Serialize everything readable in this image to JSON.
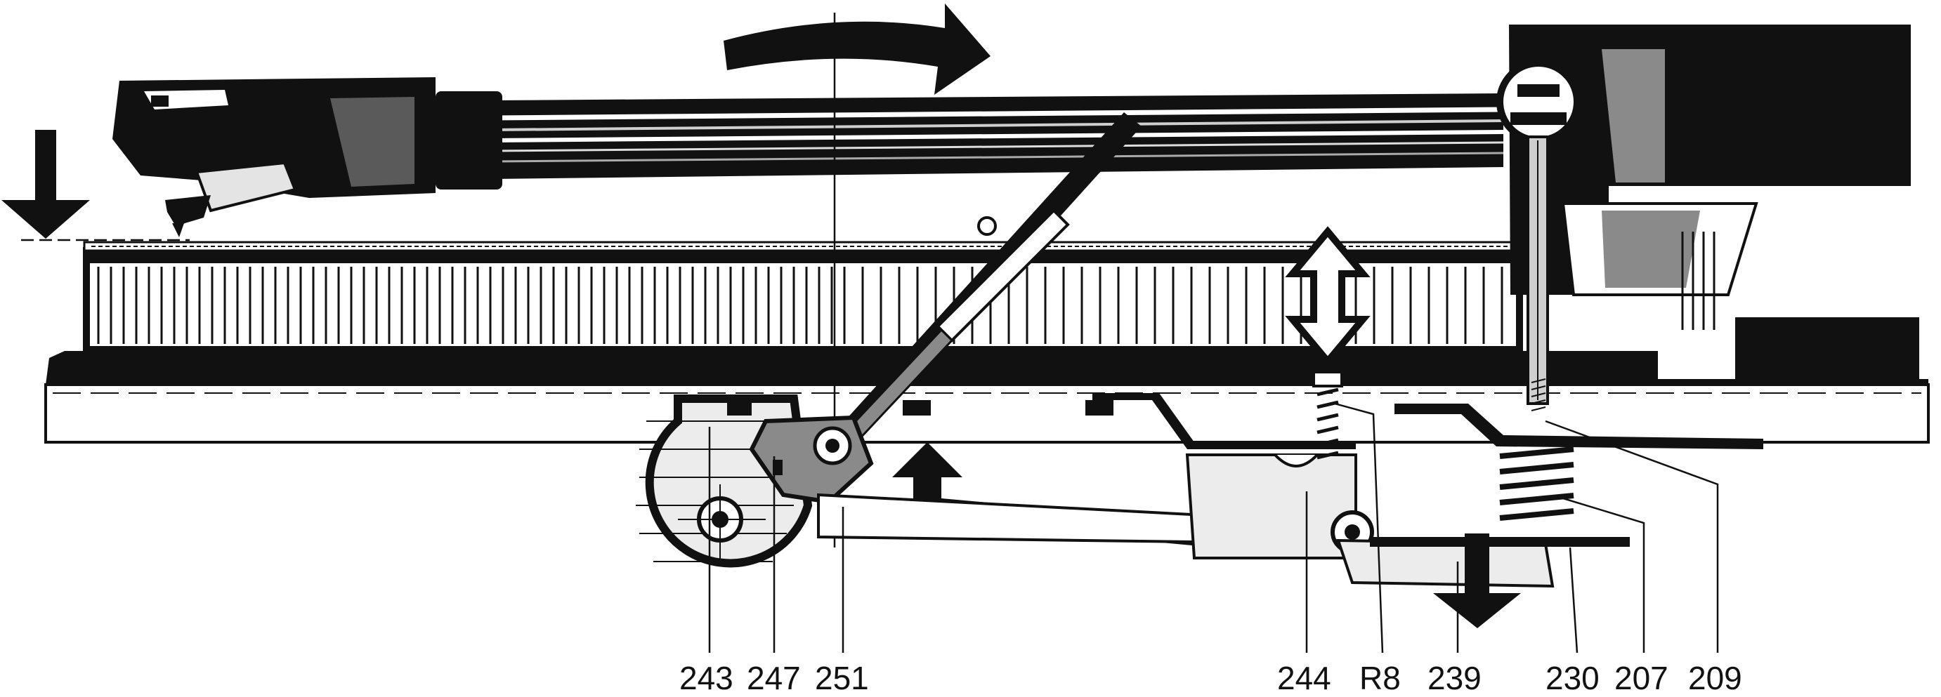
{
  "diagram": {
    "callouts": [
      {
        "id": "243",
        "label": "243"
      },
      {
        "id": "247",
        "label": "247"
      },
      {
        "id": "251",
        "label": "251"
      },
      {
        "id": "244",
        "label": "244"
      },
      {
        "id": "R8",
        "label": "R8"
      },
      {
        "id": "239",
        "label": "239"
      },
      {
        "id": "230",
        "label": "230"
      },
      {
        "id": "207",
        "label": "207"
      },
      {
        "id": "209",
        "label": "209"
      }
    ],
    "colors": {
      "ink": "#111111",
      "shade": "#8a8a8a",
      "light_shade": "#cfcfcf",
      "paper": "#ffffff"
    }
  }
}
